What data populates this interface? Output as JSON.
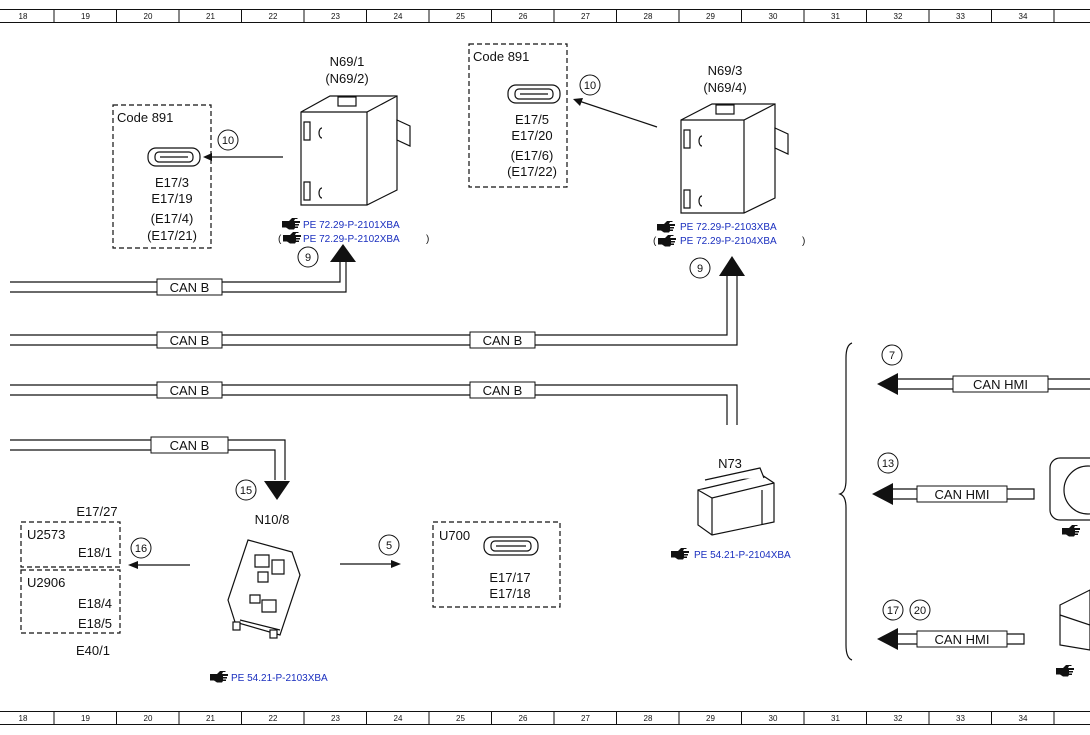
{
  "ruler": {
    "columns": [
      "18",
      "19",
      "20",
      "21",
      "22",
      "23",
      "24",
      "25",
      "26",
      "27",
      "28",
      "29",
      "30",
      "31",
      "32",
      "33",
      "34"
    ]
  },
  "components": {
    "n69_1": {
      "label": "N69/1",
      "alt_label": "(N69/2)",
      "ref1": "PE 72.29-P-2101XBA",
      "ref2": "PE 72.29-P-2102XBA",
      "ref_open": "(",
      "ref_close": ")"
    },
    "n69_3": {
      "label": "N69/3",
      "alt_label": "(N69/4)",
      "ref1": "PE 72.29-P-2103XBA",
      "ref2": "PE 72.29-P-2104XBA",
      "ref_open": "(",
      "ref_close": ")"
    },
    "n73": {
      "label": "N73",
      "ref": "PE 54.21-P-2104XBA"
    },
    "n10_8": {
      "label": "N10/8",
      "ref": "PE 54.21-P-2103XBA"
    }
  },
  "boxes": {
    "code891_left": {
      "title": "Code 891",
      "lines": [
        "E17/3",
        "E17/19",
        "(E17/4)",
        "(E17/21)"
      ]
    },
    "code891_right": {
      "title": "Code 891",
      "lines": [
        "E17/5",
        "E17/20",
        "(E17/6)",
        "(E17/22)"
      ]
    },
    "u700": {
      "title": "U700",
      "lines": [
        "E17/17",
        "E17/18"
      ]
    },
    "u2573": {
      "title": "U2573",
      "top_label": "E17/27",
      "line": "E18/1"
    },
    "u2906": {
      "title": "U2906",
      "lines": [
        "E18/4",
        "E18/5"
      ],
      "bottom_label": "E40/1"
    }
  },
  "buses": {
    "can_b": "CAN B",
    "can_hmi": "CAN HMI"
  },
  "circles": {
    "c10a": "10",
    "c10b": "10",
    "c9a": "9",
    "c9b": "9",
    "c15": "15",
    "c16": "16",
    "c5": "5",
    "c7": "7",
    "c13": "13",
    "c17": "17",
    "c20": "20"
  },
  "colors": {
    "line": "#111111",
    "link": "#1a2fbf",
    "background": "#ffffff"
  }
}
